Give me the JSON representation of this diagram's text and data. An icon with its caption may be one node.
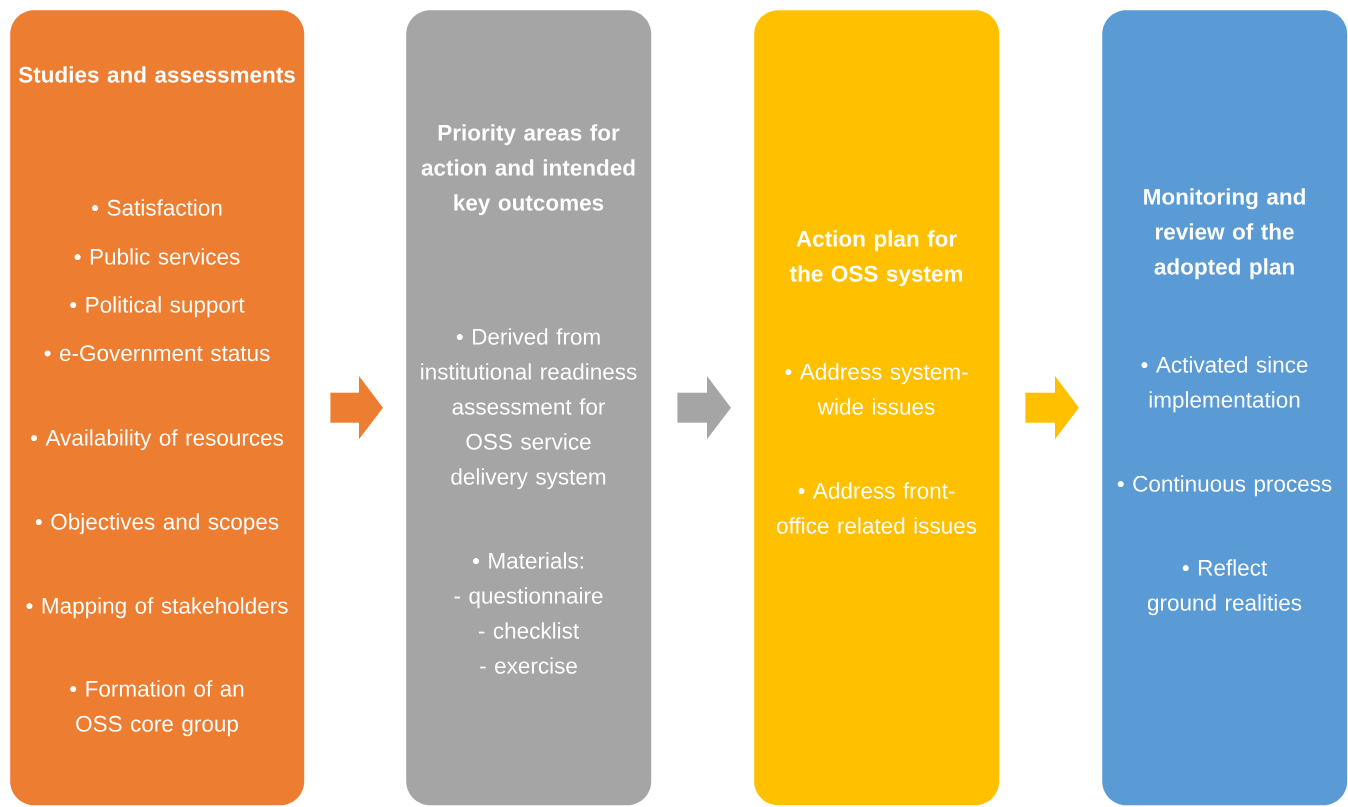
{
  "diagram": {
    "nodes": [
      {
        "text": [
          "Studies and assessments",
          "• Satisfaction",
          "• Public services",
          "• Political support",
          "• e-Government status",
          "• Availability of resources",
          "• Objectives and scopes",
          "• Mapping of stakeholders",
          "• Formation of an OSS core group"
        ]
      },
      {
        "text": [
          "Priority areas for action and intended key outcomes",
          "• Derived from institutional readiness assessment for OSS service delivery system",
          "• Materials:",
          "- questionnaire",
          "- checklist",
          "- exercise"
        ]
      },
      {
        "text": [
          "Action plan for the OSS system",
          "• Address system-wide issues",
          "• Address front-office related issues"
        ]
      },
      {
        "text": [
          "Monitoring and review of the adopted plan",
          "• Activated since implementation",
          "• Continuous process",
          "• Reflect ground realities"
        ]
      }
    ],
    "edges": [
      {
        "from": 0,
        "to": 1,
        "arrow": "to",
        "color": "#ed7d31"
      },
      {
        "from": 1,
        "to": 2,
        "arrow": "to",
        "color": "#a5a5a5"
      },
      {
        "from": 2,
        "to": 3,
        "arrow": "to",
        "color": "#ffc000"
      }
    ]
  }
}
